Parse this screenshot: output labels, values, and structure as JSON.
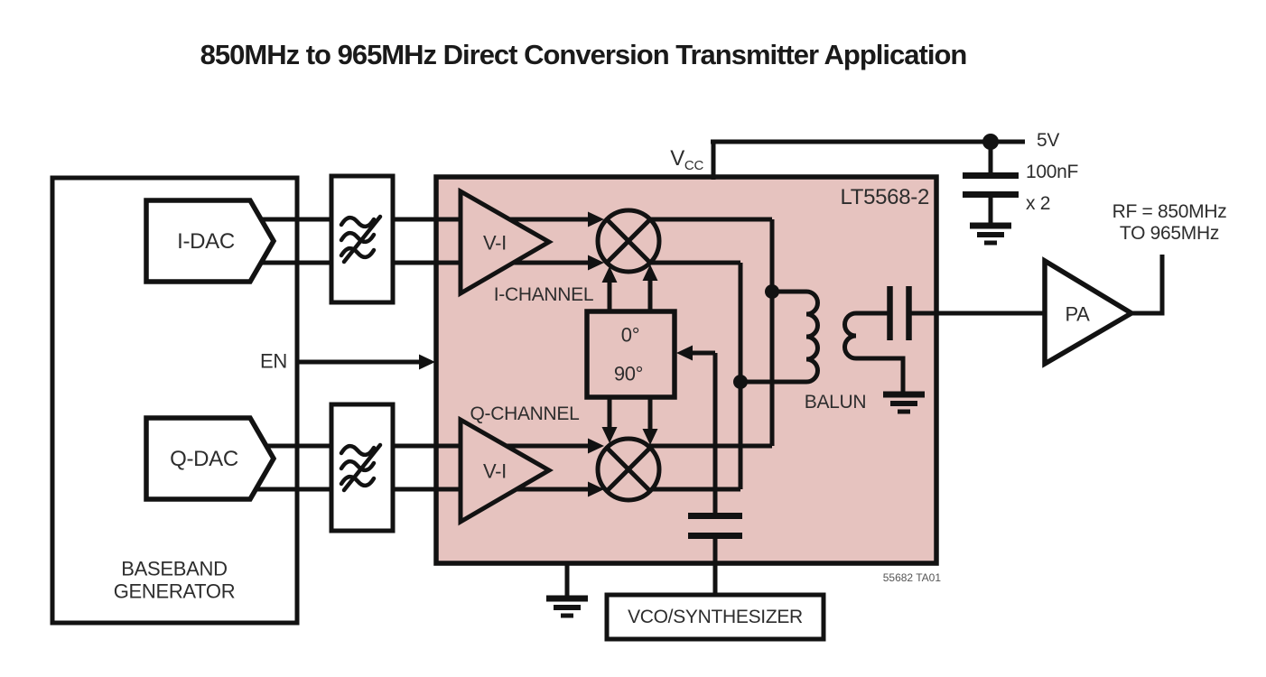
{
  "title": "850MHz to 965MHz Direct Conversion Transmitter Application",
  "colors": {
    "chip_fill": "#e6c3bf",
    "line": "#121212",
    "text": "#2d2d2d",
    "note_text": "#555555"
  },
  "blocks": {
    "baseband_line1": "BASEBAND",
    "baseband_line2": "GENERATOR",
    "i_dac": "I-DAC",
    "q_dac": "Q-DAC",
    "en": "EN",
    "chip_part": "LT5568-2",
    "vi_amp_i": "V-I",
    "vi_amp_q": "V-I",
    "i_channel": "I-CHANNEL",
    "q_channel": "Q-CHANNEL",
    "phase_top": "0°",
    "phase_bottom": "90°",
    "balun": "BALUN",
    "vco": "VCO/SYNTHESIZER",
    "pa": "PA"
  },
  "labels": {
    "vcc_main": "V",
    "vcc_sub": "CC",
    "supply": "5V",
    "cap_value": "100nF",
    "cap_mult": "x 2",
    "rf_line1": "RF = 850MHz",
    "rf_line2": "TO 965MHz",
    "watermark": "55682 TA01"
  }
}
